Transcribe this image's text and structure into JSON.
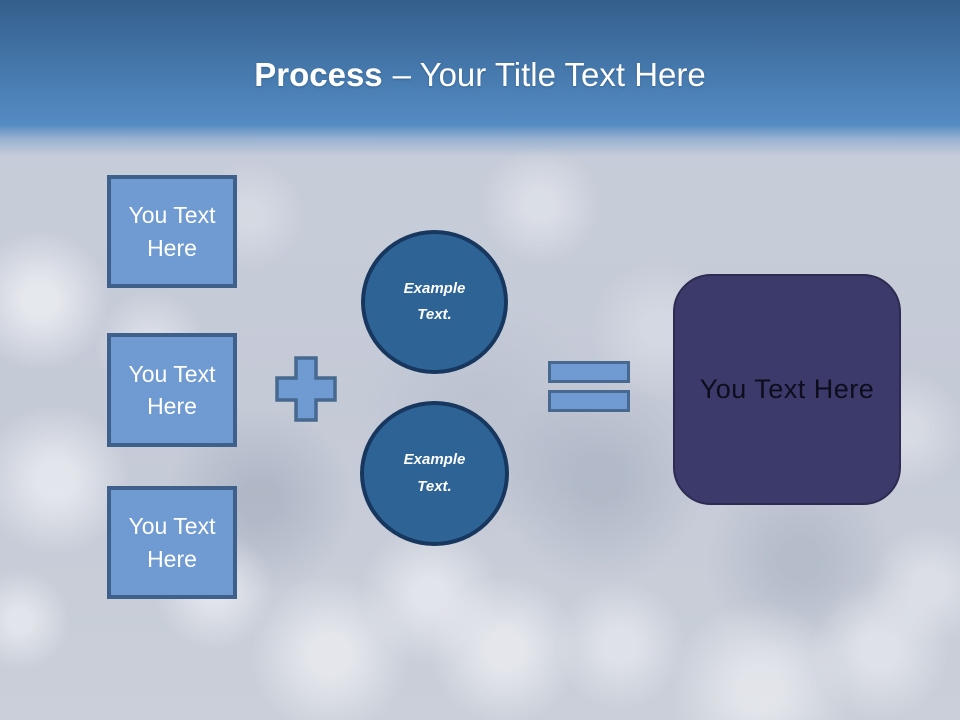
{
  "title": {
    "bold": "Process",
    "rest": "– Your Title Text Here"
  },
  "left_boxes": [
    {
      "label": "You Text Here"
    },
    {
      "label": "You Text Here"
    },
    {
      "label": "You Text Here"
    }
  ],
  "circles": [
    {
      "label": "Example Text."
    },
    {
      "label": "Example Text."
    }
  ],
  "icons": {
    "plus": "plus-icon",
    "equals": "equals-icon"
  },
  "result": {
    "label": "You Text Here"
  },
  "colors": {
    "bg-base": "#c6cbd8",
    "header-top": "#345e8b",
    "header-mid": "#4a7fb4",
    "header-bottom": "#538bc2",
    "title-color": "#ffffff",
    "box-fill": "#6f9ad2",
    "box-border": "#3e608a",
    "box-text": "#ffffff",
    "circle-fill": "#2e6396",
    "circle-border": "#17375e",
    "circle-text": "#ffffff",
    "op-fill": "#6f9ad2",
    "op-border": "#47688f",
    "result-fill": "#3c3a6a",
    "result-border": "#2d2b52",
    "result-text": "#0d0d1d"
  }
}
